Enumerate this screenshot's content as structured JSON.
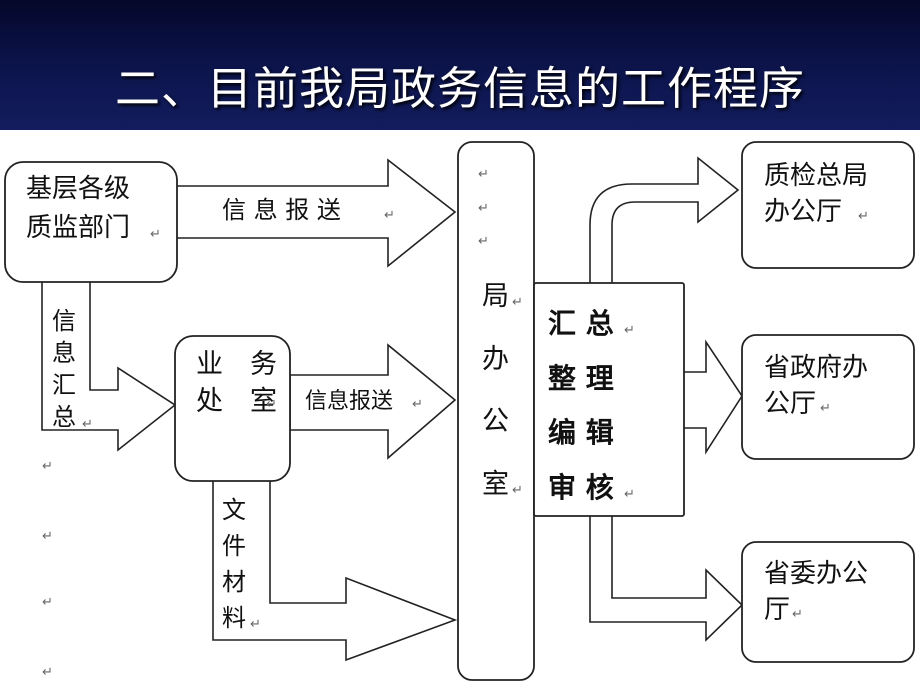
{
  "title": "二、目前我局政务信息的工作程序",
  "diagram": {
    "nodes": {
      "grassroots": [
        "基层各级",
        "质监部门"
      ],
      "business_office": [
        "业　务",
        "处　室"
      ],
      "bureau_office": [
        "局",
        "办",
        "公",
        "室"
      ],
      "summary": [
        "汇 总",
        "整 理",
        "编 辑",
        "审 核"
      ],
      "aqsiq_office": [
        "质检总局",
        "办公厅"
      ],
      "provincial_gov_office": [
        "省政府办",
        "公厅"
      ],
      "provincial_committee_office": [
        "省委办公",
        "厅"
      ]
    },
    "edges": {
      "info_report_top": "信 息 报 送",
      "info_summary": [
        "信",
        "息",
        "汇",
        "总"
      ],
      "info_report_mid": "信息报送",
      "documents": [
        "文",
        "件",
        "材",
        "料"
      ]
    },
    "marker": "↵"
  }
}
